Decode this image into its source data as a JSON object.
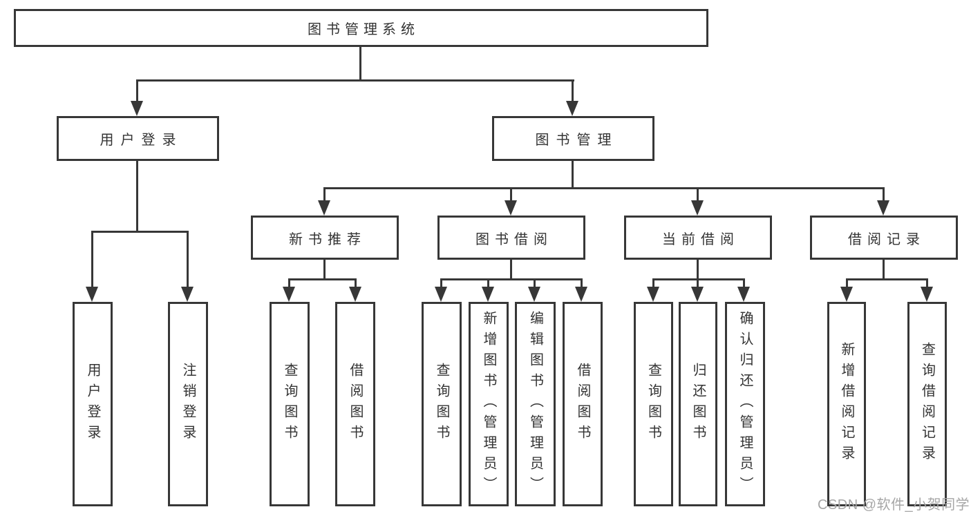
{
  "diagram": {
    "root": {
      "label": "图书管理系统"
    },
    "level2": [
      {
        "label": "用户登录"
      },
      {
        "label": "图书管理"
      }
    ],
    "level3": [
      {
        "label": "新书推荐"
      },
      {
        "label": "图书借阅"
      },
      {
        "label": "当前借阅"
      },
      {
        "label": "借阅记录"
      }
    ],
    "leaves": {
      "user_login": [
        "用户登录",
        "注销登录"
      ],
      "new_book_recommend": [
        "查询图书",
        "借阅图书"
      ],
      "book_borrow": [
        "查询图书",
        "新增图书（管理员）",
        "编辑图书（管理员）",
        "借阅图书"
      ],
      "current_borrow": [
        "查询图书",
        "归还图书",
        "确认归还（管理员）"
      ],
      "borrow_record": [
        "新增借阅记录",
        "查询借阅记录"
      ]
    }
  },
  "watermark": {
    "text": "CSDN @软件_小贺同学"
  },
  "colors": {
    "line": "#373737",
    "text": "#333333",
    "background": "#ffffff",
    "watermark": "#a6a6a6"
  }
}
